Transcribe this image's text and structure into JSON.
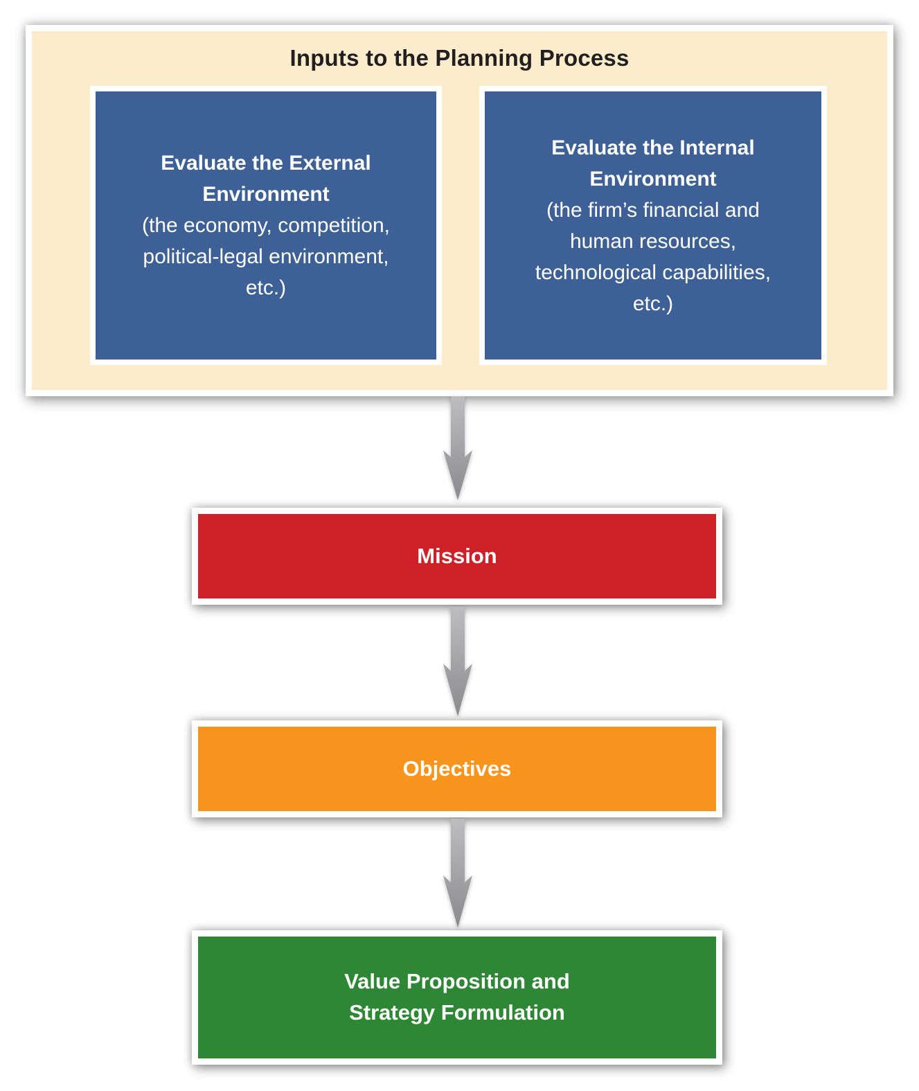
{
  "colors": {
    "panel_bg": "#FBEDCC",
    "input_box_bg": "#3D6096",
    "mission_bg": "#CE2127",
    "objectives_bg": "#F6941E",
    "value_bg": "#2E8735",
    "arrow_gray": "#A5A4A7",
    "title_text": "#231F20"
  },
  "diagram": {
    "title": "Inputs to the Planning Process",
    "input_boxes": [
      {
        "heading": "Evaluate the External Environment",
        "detail": "(the economy, competition, political-legal environment, etc.)"
      },
      {
        "heading": "Evaluate the Internal Environment",
        "detail": "(the firm’s financial and human resources, technological capabilities, etc.)"
      }
    ],
    "stages": [
      {
        "label": "Mission",
        "lines": [
          "Mission"
        ]
      },
      {
        "label": "Objectives",
        "lines": [
          "Objectives"
        ]
      },
      {
        "label": "Value Proposition and Strategy Formulation",
        "lines": [
          "Value Proposition and",
          "Strategy Formulation"
        ]
      }
    ]
  }
}
